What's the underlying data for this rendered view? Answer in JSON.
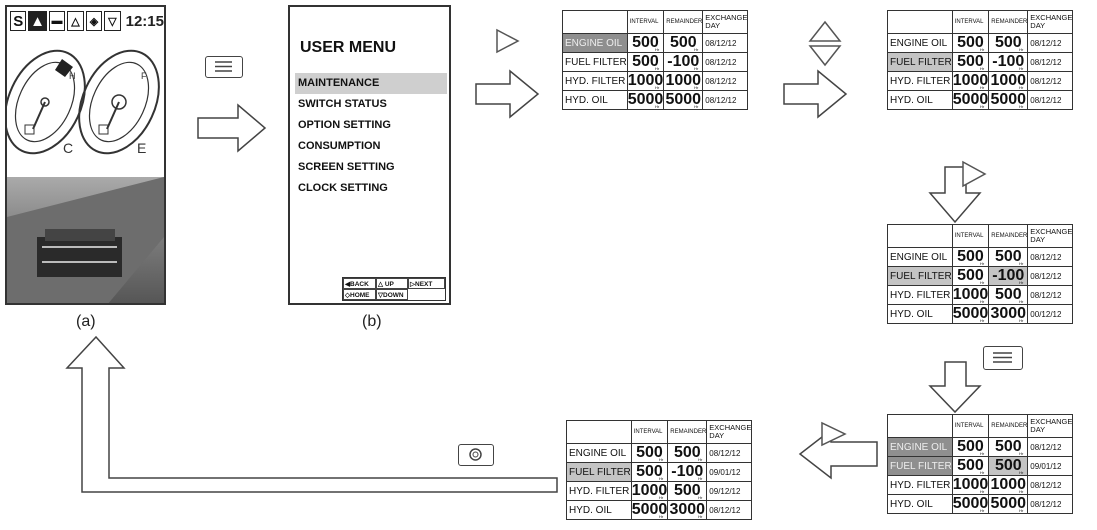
{
  "screen_a": {
    "status_s": "S",
    "time": "12:15",
    "caption": "(a)"
  },
  "screen_b": {
    "title": "USER MENU",
    "menu": [
      "MAINTENANCE",
      "SWITCH STATUS",
      "OPTION SETTING",
      "CONSUMPTION",
      "SCREEN SETTING",
      "CLOCK SETTING"
    ],
    "footer": {
      "back": "BACK",
      "up": "UP",
      "next": "NEXT",
      "home": "HOME",
      "down": "DOWN"
    },
    "caption": "(b)"
  },
  "table_headers": {
    "interval": "INTERVAL",
    "remainder": "REMAINDER",
    "exchange": "EXCHANGE",
    "day": "DAY"
  },
  "unit": "Hr",
  "tables": [
    {
      "rows": [
        {
          "name": "ENGINE OIL",
          "interval": "500",
          "remainder": "500",
          "day": "08/12/12"
        },
        {
          "name": "FUEL FILTER",
          "interval": "500",
          "remainder": "-100",
          "day": "08/12/12"
        },
        {
          "name": "HYD. FILTER",
          "interval": "1000",
          "remainder": "1000",
          "day": "08/12/12"
        },
        {
          "name": "HYD. OIL",
          "interval": "5000",
          "remainder": "5000",
          "day": "08/12/12"
        }
      ]
    },
    {
      "rows": [
        {
          "name": "ENGINE OIL",
          "interval": "500",
          "remainder": "500",
          "day": "08/12/12"
        },
        {
          "name": "FUEL FILTER",
          "interval": "500",
          "remainder": "-100",
          "day": "08/12/12"
        },
        {
          "name": "HYD. FILTER",
          "interval": "1000",
          "remainder": "1000",
          "day": "08/12/12"
        },
        {
          "name": "HYD. OIL",
          "interval": "5000",
          "remainder": "5000",
          "day": "08/12/12"
        }
      ]
    },
    {
      "rows": [
        {
          "name": "ENGINE OIL",
          "interval": "500",
          "remainder": "500",
          "day": "08/12/12"
        },
        {
          "name": "FUEL FILTER",
          "interval": "500",
          "remainder": "-100",
          "day": "08/12/12"
        },
        {
          "name": "HYD. FILTER",
          "interval": "1000",
          "remainder": "500",
          "day": "08/12/12"
        },
        {
          "name": "HYD. OIL",
          "interval": "5000",
          "remainder": "3000",
          "day": "00/12/12"
        }
      ]
    },
    {
      "rows": [
        {
          "name": "ENGINE OIL",
          "interval": "500",
          "remainder": "500",
          "day": "08/12/12"
        },
        {
          "name": "FUEL FILTER",
          "interval": "500",
          "remainder": "500",
          "day": "09/01/12"
        },
        {
          "name": "HYD. FILTER",
          "interval": "1000",
          "remainder": "1000",
          "day": "08/12/12"
        },
        {
          "name": "HYD. OIL",
          "interval": "5000",
          "remainder": "5000",
          "day": "08/12/12"
        }
      ]
    },
    {
      "rows": [
        {
          "name": "ENGINE OIL",
          "interval": "500",
          "remainder": "500",
          "day": "08/12/12"
        },
        {
          "name": "FUEL FILTER",
          "interval": "500",
          "remainder": "-100",
          "day": "09/01/12"
        },
        {
          "name": "HYD. FILTER",
          "interval": "1000",
          "remainder": "500",
          "day": "09/12/12"
        },
        {
          "name": "HYD. OIL",
          "interval": "5000",
          "remainder": "3000",
          "day": "08/12/12"
        }
      ]
    }
  ],
  "icons": [
    "menu-key-icon",
    "next-triangle-icon",
    "up-down-triangle-icon",
    "camera-key-icon",
    "flow-arrow-icon"
  ]
}
